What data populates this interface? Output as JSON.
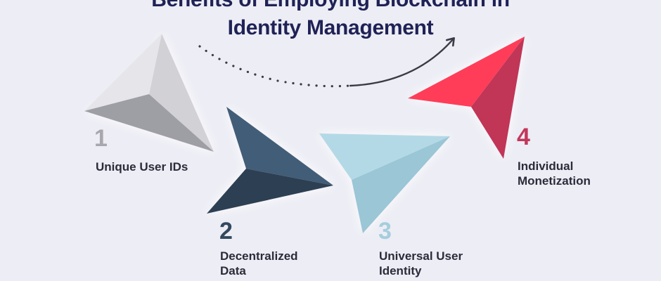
{
  "title": {
    "line1": "Benefits of Employing Blockchain in",
    "line2": "Identity Management"
  },
  "colors": {
    "background": "#ededf5",
    "title": "#1f2256",
    "label": "#2b2b3a",
    "item1": "#a7a7ad",
    "item2": "#34485e",
    "item3": "#a5cedd",
    "item4": "#c2385a"
  },
  "items": [
    {
      "number": "1",
      "label": "Unique User IDs",
      "icon": "paper-plane-icon"
    },
    {
      "number": "2",
      "label_line1": "Decentralized",
      "label_line2": "Data",
      "icon": "paper-plane-icon"
    },
    {
      "number": "3",
      "label_line1": "Universal User",
      "label_line2": "Identity",
      "icon": "paper-plane-icon"
    },
    {
      "number": "4",
      "label_line1": "Individual",
      "label_line2": "Monetization",
      "icon": "paper-plane-icon"
    }
  ],
  "connector": {
    "icon": "dotted-arrow-icon"
  }
}
